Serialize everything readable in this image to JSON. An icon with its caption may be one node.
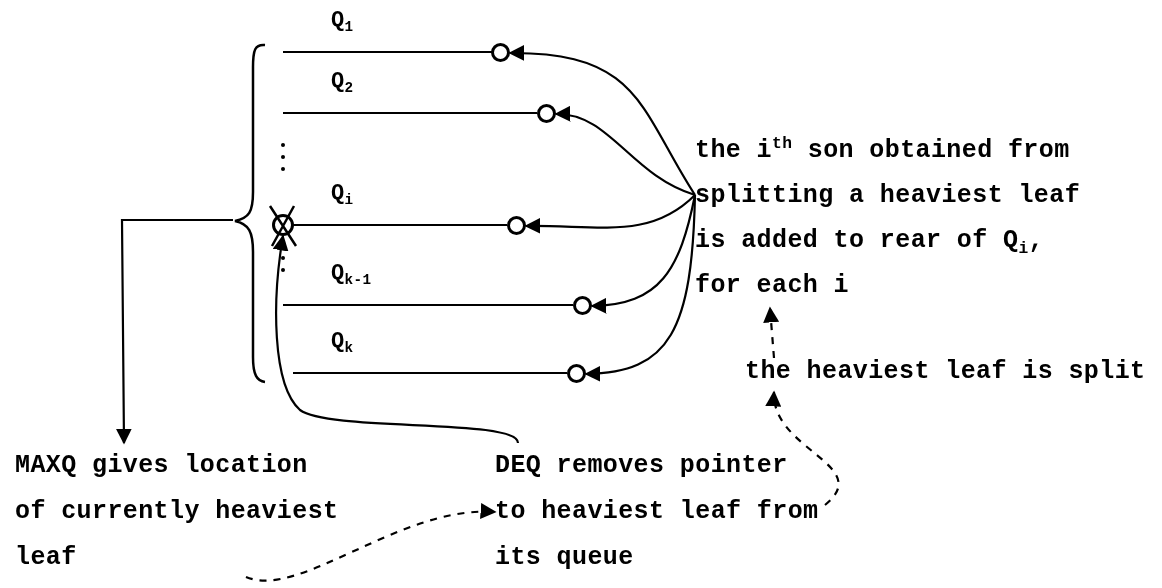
{
  "diagram": {
    "nodes": [
      {
        "text": [],
        "shape": "brace"
      },
      {
        "text": [
          "Q$_{1}$"
        ]
      },
      {
        "text": [],
        "shape": "circle"
      },
      {
        "text": [
          "Q$_{2}$"
        ]
      },
      {
        "text": [],
        "shape": "circle"
      },
      {
        "text": [
          "Q$_{i}$"
        ]
      },
      {
        "text": [],
        "shape": "circle"
      },
      {
        "text": [],
        "shape": "circle"
      },
      {
        "text": [
          "Q$_{k-1}$"
        ]
      },
      {
        "text": [],
        "shape": "circle"
      },
      {
        "text": [
          "Q$_{k}$"
        ]
      },
      {
        "text": [],
        "shape": "circle"
      },
      {
        "text": [
          "the i$^{th}$ son obtained from splitting a heaviest leaf is added to rear of Q$_{i}$, for each i"
        ]
      },
      {
        "text": [
          "the heaviest leaf is split"
        ]
      },
      {
        "text": [
          "MAXQ gives location of currently heaviest leaf"
        ]
      },
      {
        "text": [
          "DEQ removes pointer to heaviest leaf from its queue"
        ]
      }
    ],
    "edges": [
      {
        "from": 12,
        "to": 2,
        "arrow": "to"
      },
      {
        "from": 12,
        "to": 4,
        "arrow": "to"
      },
      {
        "from": 12,
        "to": 7,
        "arrow": "to"
      },
      {
        "from": 12,
        "to": 9,
        "arrow": "to"
      },
      {
        "from": 12,
        "to": 11,
        "arrow": "to"
      },
      {
        "from": 13,
        "to": 12,
        "arrow": "to",
        "style": "dashed"
      },
      {
        "from": 15,
        "to": 13,
        "arrow": "to",
        "style": "dashed"
      },
      {
        "from": 14,
        "to": 15,
        "arrow": "to",
        "style": "dashed"
      },
      {
        "from": 0,
        "to": 14,
        "arrow": "to"
      },
      {
        "from": 15,
        "to": 6,
        "arrow": "to"
      }
    ]
  }
}
